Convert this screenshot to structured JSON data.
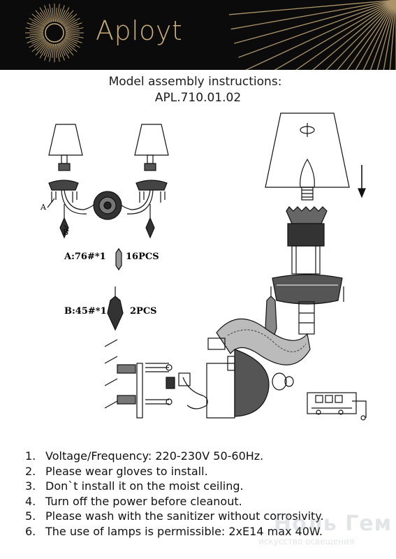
{
  "header": {
    "brand": "Aployt",
    "background": "#0b0b0b",
    "accent": "#c9ad7a",
    "logo_icon": "sunburst-icon"
  },
  "title": {
    "line1": "Model assembly instructions:",
    "line2": "APL.710.01.02"
  },
  "diagram": {
    "label_a": "A",
    "label_b": "B",
    "parts": [
      {
        "label": "A:76#*1",
        "qty": "16PCS"
      },
      {
        "label": "B:45#*1",
        "qty": "2PCS"
      }
    ]
  },
  "instructions": [
    {
      "num": "1.",
      "text": "Voltage/Frequency: 220-230V 50-60Hz."
    },
    {
      "num": "2.",
      "text": "Please wear gloves to install."
    },
    {
      "num": "3.",
      "text": "Don`t install it on the moist ceiling."
    },
    {
      "num": "4.",
      "text": "Turn off the power before cleanout."
    },
    {
      "num": "5.",
      "text": "Please wash with the sanitizer without corrosivity."
    },
    {
      "num": "6.",
      "text": "The use of lamps is permissible: 2xE14 max 40W."
    }
  ],
  "watermark": {
    "top": "Ноль Гем",
    "sub": "искусство освещения"
  }
}
